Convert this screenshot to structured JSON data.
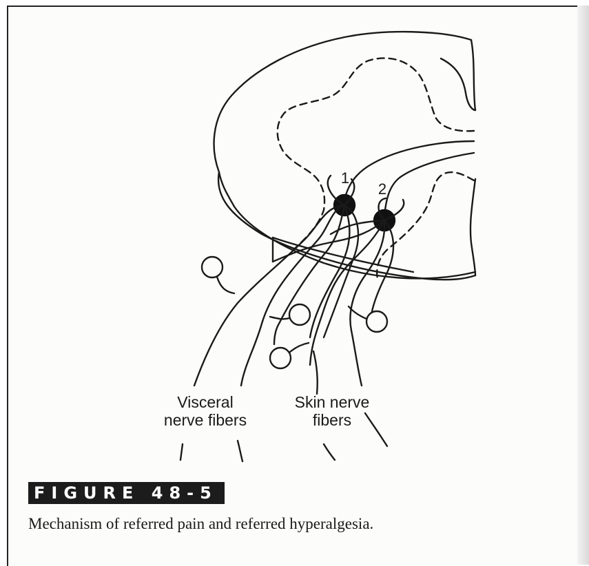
{
  "figure": {
    "banner": "FIGURE 48-5",
    "caption": "Mechanism of referred pain and referred hyperalgesia."
  },
  "diagram": {
    "neuron_labels": [
      "1",
      "2"
    ],
    "visceral_label": [
      "Visceral",
      "nerve fibers"
    ],
    "skin_label": [
      "Skin nerve",
      "fibers"
    ]
  }
}
